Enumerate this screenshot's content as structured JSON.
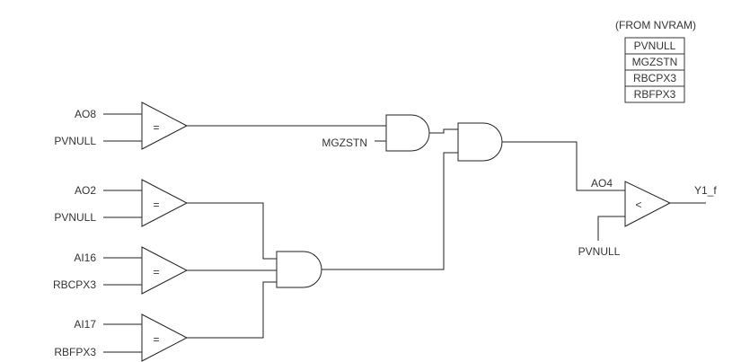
{
  "nvram": {
    "header": "(FROM NVRAM)",
    "items": [
      "PVNULL",
      "MGZSTN",
      "RBCPX3",
      "RBFPX3"
    ]
  },
  "inputs": {
    "ao8": "AO8",
    "pvnull_1": "PVNULL",
    "ao2": "AO2",
    "pvnull_2": "PVNULL",
    "ai16": "AI16",
    "rbcpx3": "RBCPX3",
    "ai17": "AI17",
    "rbfpx3": "RBFPX3",
    "mgzstn": "MGZSTN",
    "pvnull_3": "PVNULL"
  },
  "comparators": {
    "eq_symbol": "=",
    "lt_symbol": "<"
  },
  "signals": {
    "ao4": "AO4",
    "output": "Y1_f"
  }
}
